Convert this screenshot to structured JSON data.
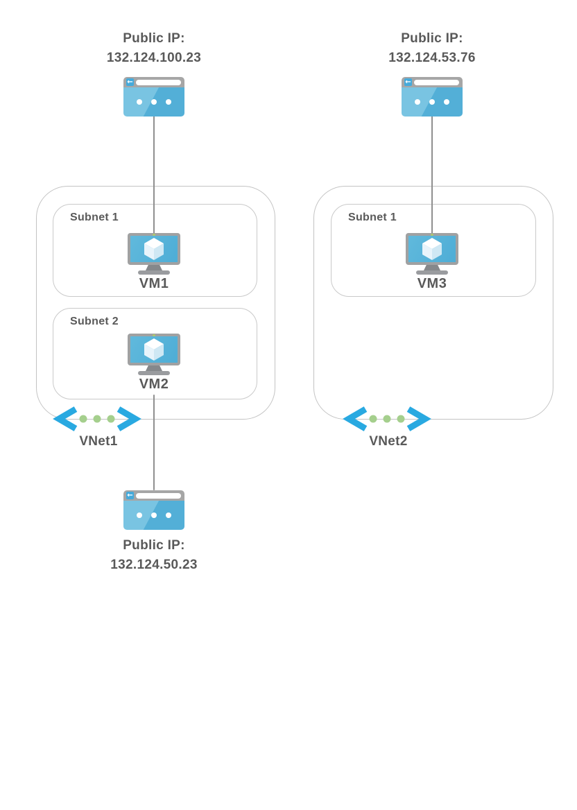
{
  "colors": {
    "azure_blue": "#59B4D9",
    "chevron_blue": "#29A9E1",
    "dot_green": "#A5CF8D",
    "label_gray": "#595959",
    "border_gray": "#C3C3C3",
    "connector_gray": "#8F8F8F",
    "titlebar_gray": "#A6A6A6"
  },
  "icons": {
    "browser": "browser-window",
    "vm": "virtual-machine-monitor-with-cube",
    "vnet": "virtual-network-chevrons-with-dots",
    "back_arrow_glyph": "←"
  },
  "left": {
    "top_public_ip": {
      "label": "Public IP:",
      "address": "132.124.100.23"
    },
    "vnet": {
      "label": "VNet1",
      "subnets": [
        {
          "label": "Subnet 1",
          "vm": "VM1"
        },
        {
          "label": "Subnet 2",
          "vm": "VM2"
        }
      ]
    },
    "bottom_public_ip": {
      "label": "Public IP:",
      "address": "132.124.50.23"
    }
  },
  "right": {
    "top_public_ip": {
      "label": "Public IP:",
      "address": "132.124.53.76"
    },
    "vnet": {
      "label": "VNet2",
      "subnets": [
        {
          "label": "Subnet 1",
          "vm": "VM3"
        }
      ]
    }
  }
}
